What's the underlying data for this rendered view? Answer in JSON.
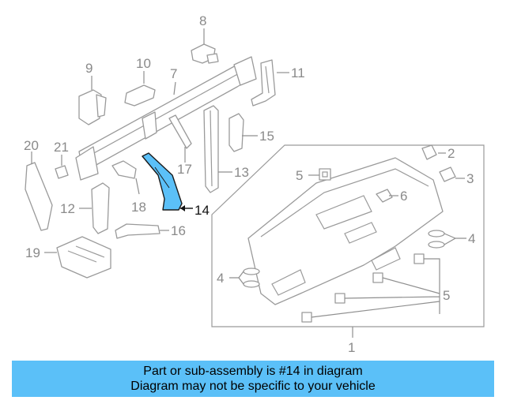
{
  "diagram": {
    "callouts": [
      "1",
      "2",
      "3",
      "4",
      "4",
      "5",
      "5",
      "6",
      "7",
      "8",
      "9",
      "10",
      "11",
      "12",
      "13",
      "14",
      "15",
      "16",
      "17",
      "18",
      "19",
      "20",
      "21"
    ],
    "highlight_part": "14",
    "colors": {
      "highlight_fill": "#5bc0f8",
      "line_gray": "#9a9a9a",
      "banner_bg": "#5bc0f8"
    }
  },
  "banner": {
    "line1": "Part or sub-assembly is #14 in diagram",
    "line2": "Diagram may not be specific to your vehicle"
  }
}
